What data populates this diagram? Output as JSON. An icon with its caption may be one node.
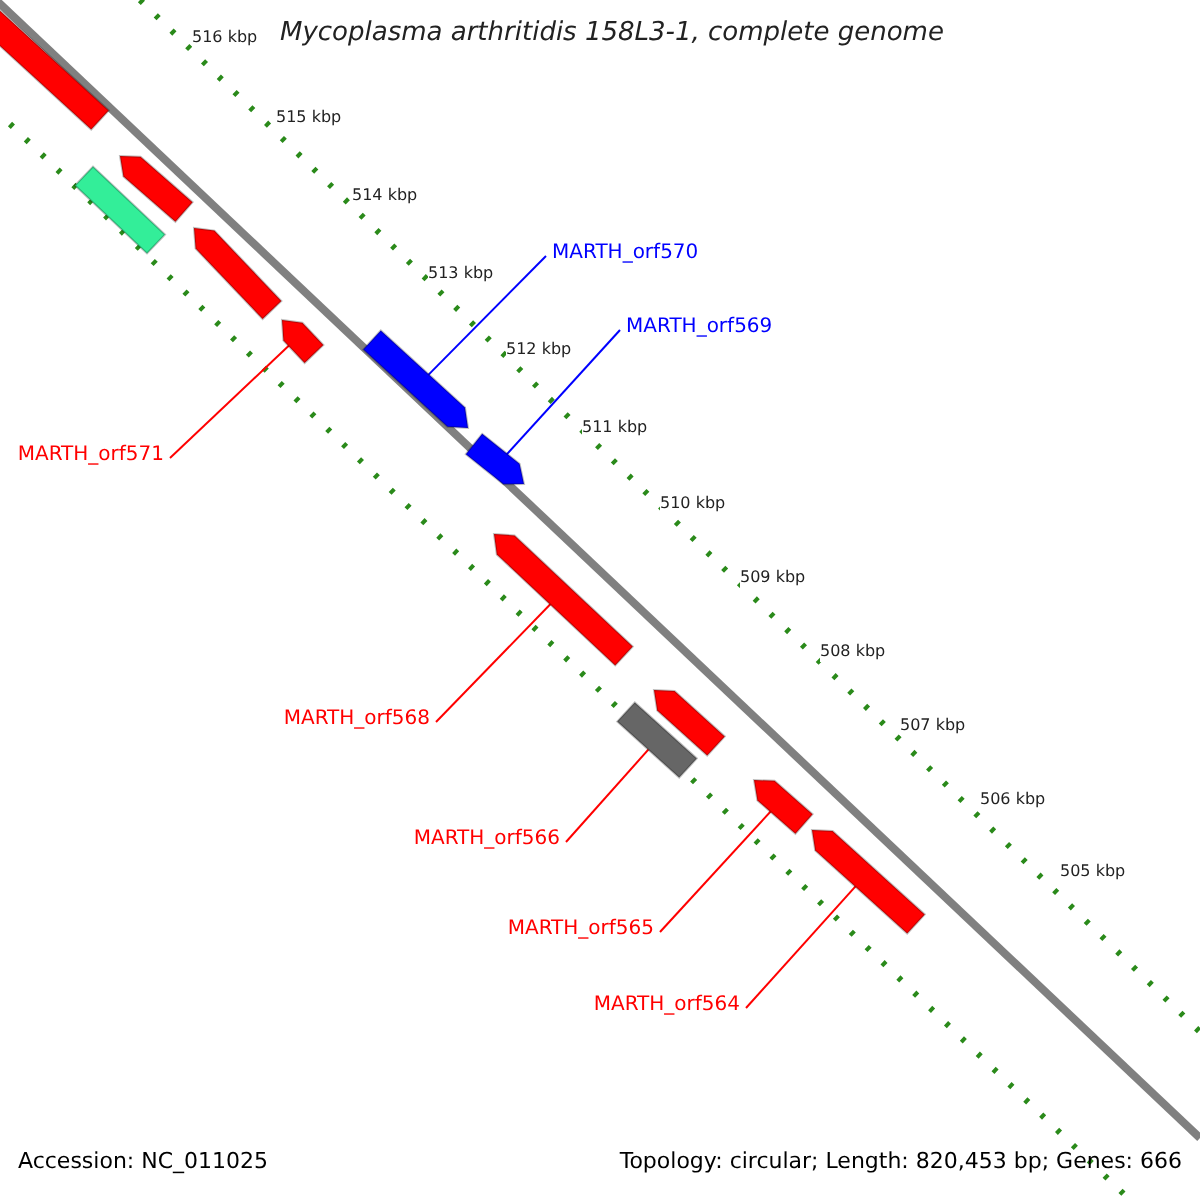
{
  "diagram": {
    "title": "Mycoplasma arthritidis 158L3-1, complete genome",
    "nodes": [
      {
        "text": [],
        "shape": "arrow"
      },
      {
        "text": [],
        "shape": "arrow"
      },
      {
        "text": [],
        "shape": "bar"
      },
      {
        "text": [],
        "shape": "arrow"
      },
      {
        "text": [],
        "shape": "arrow"
      },
      {
        "text": [],
        "shape": "arrow"
      },
      {
        "text": [],
        "shape": "arrow"
      },
      {
        "text": [],
        "shape": "arrow"
      },
      {
        "text": [],
        "shape": "bar"
      },
      {
        "text": [],
        "shape": "arrow"
      },
      {
        "text": [],
        "shape": "arrow"
      },
      {
        "text": [],
        "shape": "arrow"
      },
      {
        "text": [
          "MARTH_orf571"
        ]
      },
      {
        "text": [
          "MARTH_orf570"
        ]
      },
      {
        "text": [
          "MARTH_orf569"
        ]
      },
      {
        "text": [
          "MARTH_orf568"
        ]
      },
      {
        "text": [
          "MARTH_orf566"
        ]
      },
      {
        "text": [
          "MARTH_orf565"
        ]
      },
      {
        "text": [
          "MARTH_orf564"
        ]
      }
    ],
    "edges": [
      {
        "from": 12,
        "to": 4,
        "arrow": "none"
      },
      {
        "from": 13,
        "to": 5,
        "arrow": "none",
        "color": "#0000ff"
      },
      {
        "from": 14,
        "to": 6,
        "arrow": "none",
        "color": "#0000ff"
      },
      {
        "from": 15,
        "to": 7,
        "arrow": "none"
      },
      {
        "from": 16,
        "to": 8,
        "arrow": "none"
      },
      {
        "from": 17,
        "to": 10,
        "arrow": "none"
      },
      {
        "from": 18,
        "to": 11,
        "arrow": "none"
      }
    ],
    "labels": [
      "516 kbp",
      "515 kbp",
      "514 kbp",
      "513 kbp",
      "512 kbp",
      "511 kbp",
      "510 kbp",
      "509 kbp",
      "508 kbp",
      "507 kbp",
      "506 kbp",
      "505 kbp",
      "Accession: NC_011025",
      "Topology: circular; Length: 820,453 bp; Genes: 666"
    ]
  }
}
